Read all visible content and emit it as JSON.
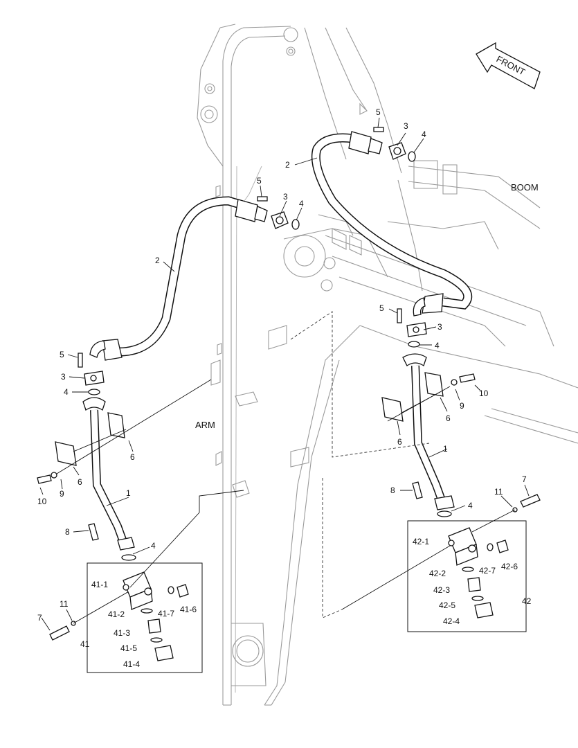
{
  "labels": {
    "boom": "BOOM",
    "arm": "ARM",
    "front": "FRONT"
  },
  "callouts": [
    {
      "id": "c5a",
      "text": "5"
    },
    {
      "id": "c3a",
      "text": "3"
    },
    {
      "id": "c4a",
      "text": "4"
    },
    {
      "id": "c2a",
      "text": "2"
    },
    {
      "id": "c5b",
      "text": "5"
    },
    {
      "id": "c3b",
      "text": "3"
    },
    {
      "id": "c4b",
      "text": "4"
    },
    {
      "id": "c2b",
      "text": "2"
    },
    {
      "id": "c5c",
      "text": "5"
    },
    {
      "id": "c3c",
      "text": "3"
    },
    {
      "id": "c4c",
      "text": "4"
    },
    {
      "id": "c5d",
      "text": "5"
    },
    {
      "id": "c3d",
      "text": "3"
    },
    {
      "id": "c4d",
      "text": "4"
    },
    {
      "id": "c10a",
      "text": "10"
    },
    {
      "id": "c9a",
      "text": "9"
    },
    {
      "id": "c6a",
      "text": "6"
    },
    {
      "id": "c6b",
      "text": "6"
    },
    {
      "id": "c10b",
      "text": "10"
    },
    {
      "id": "c9b",
      "text": "9"
    },
    {
      "id": "c6c",
      "text": "6"
    },
    {
      "id": "c6d",
      "text": "6"
    },
    {
      "id": "c1a",
      "text": "1"
    },
    {
      "id": "c1b",
      "text": "1"
    },
    {
      "id": "c8a",
      "text": "8"
    },
    {
      "id": "c8b",
      "text": "8"
    },
    {
      "id": "c4e",
      "text": "4"
    },
    {
      "id": "c4f",
      "text": "4"
    },
    {
      "id": "c7a",
      "text": "7"
    },
    {
      "id": "c7b",
      "text": "7"
    },
    {
      "id": "c11a",
      "text": "11"
    },
    {
      "id": "c11b",
      "text": "11"
    },
    {
      "id": "c41",
      "text": "41"
    },
    {
      "id": "c41_1",
      "text": "41-1"
    },
    {
      "id": "c41_2",
      "text": "41-2"
    },
    {
      "id": "c41_3",
      "text": "41-3"
    },
    {
      "id": "c41_4",
      "text": "41-4"
    },
    {
      "id": "c41_5",
      "text": "41-5"
    },
    {
      "id": "c41_6",
      "text": "41-6"
    },
    {
      "id": "c41_7",
      "text": "41-7"
    },
    {
      "id": "c42",
      "text": "42"
    },
    {
      "id": "c42_1",
      "text": "42-1"
    },
    {
      "id": "c42_2",
      "text": "42-2"
    },
    {
      "id": "c42_3",
      "text": "42-3"
    },
    {
      "id": "c42_4",
      "text": "42-4"
    },
    {
      "id": "c42_5",
      "text": "42-5"
    },
    {
      "id": "c42_6",
      "text": "42-6"
    },
    {
      "id": "c42_7",
      "text": "42-7"
    }
  ]
}
